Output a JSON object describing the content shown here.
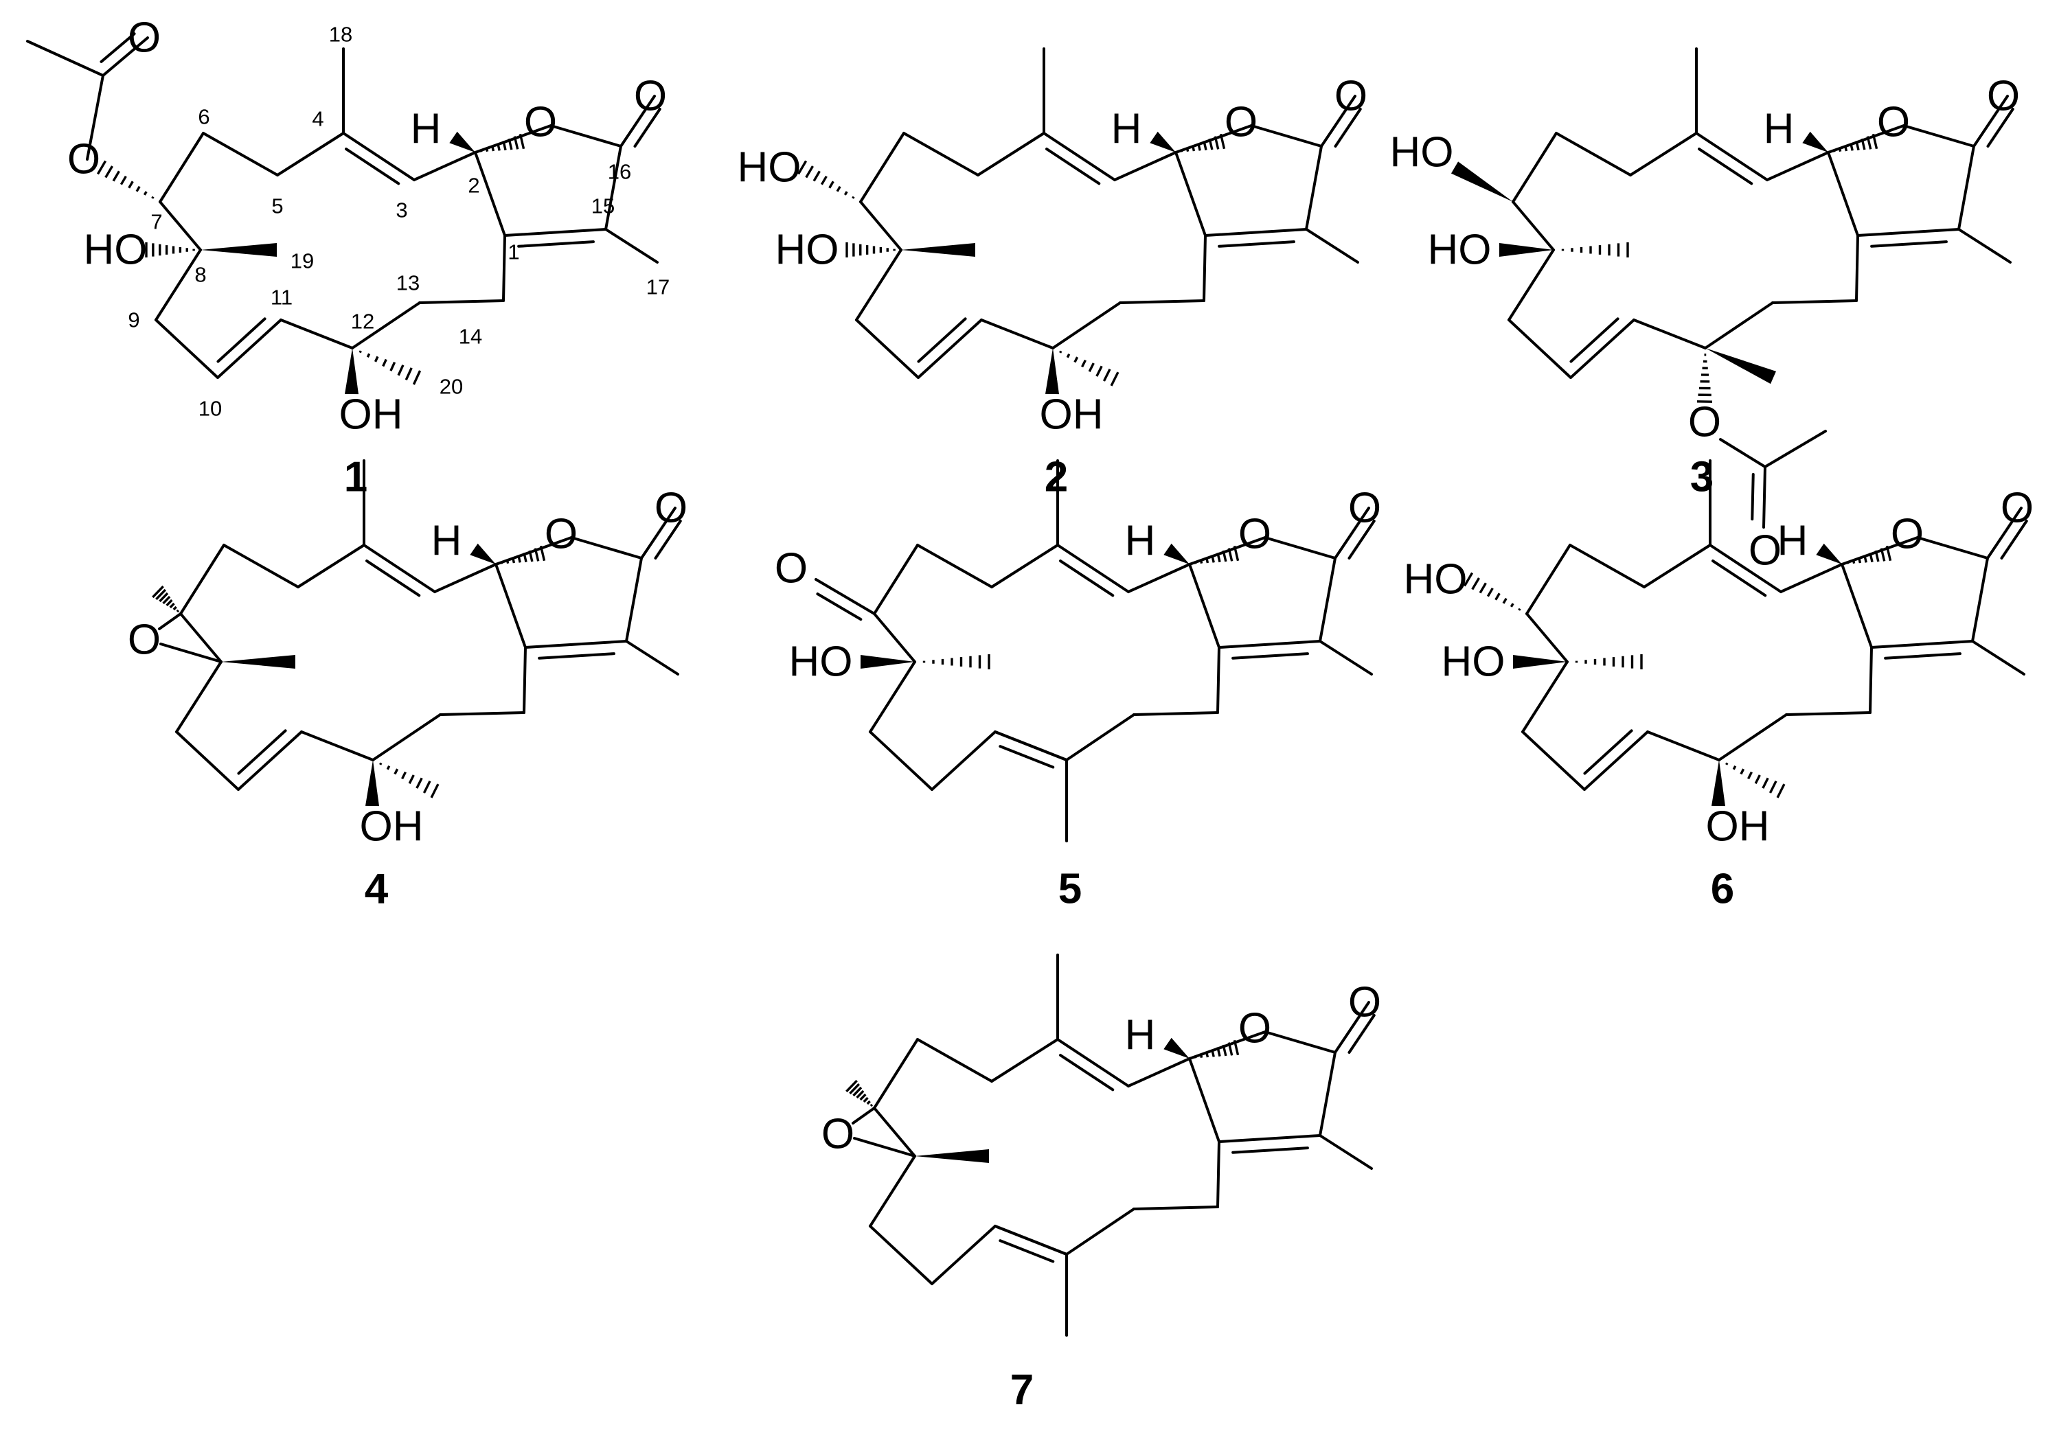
{
  "figure": {
    "atom_labels": {
      "oxygen": "O",
      "hydrogen": "H",
      "hydroxyl_left": "HO",
      "hydroxyl_right": "OH"
    },
    "atom_numbers": [
      "1",
      "2",
      "3",
      "4",
      "5",
      "6",
      "7",
      "8",
      "9",
      "10",
      "11",
      "12",
      "13",
      "14",
      "15",
      "16",
      "17",
      "18",
      "19",
      "20"
    ],
    "compounds": [
      {
        "id": "1"
      },
      {
        "id": "2"
      },
      {
        "id": "3"
      },
      {
        "id": "4"
      },
      {
        "id": "5"
      },
      {
        "id": "6"
      },
      {
        "id": "7"
      }
    ]
  }
}
